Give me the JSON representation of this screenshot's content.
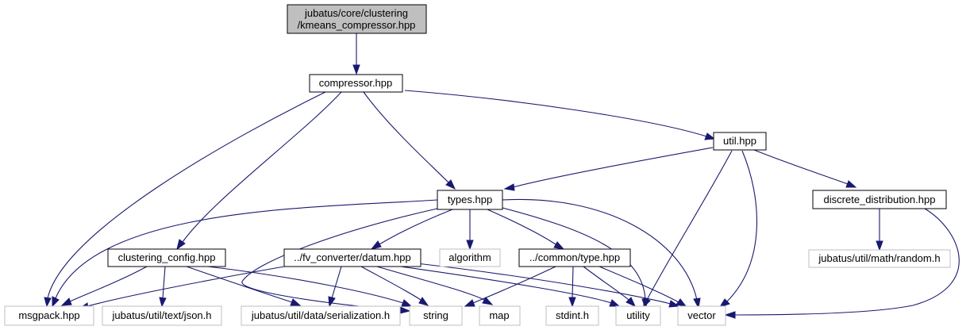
{
  "nodes": {
    "root": {
      "line1": "jubatus/core/clustering",
      "line2": "/kmeans_compressor.hpp"
    },
    "compressor": {
      "label": "compressor.hpp"
    },
    "util": {
      "label": "util.hpp"
    },
    "types": {
      "label": "types.hpp"
    },
    "discrete_distribution": {
      "label": "discrete_distribution.hpp"
    },
    "clustering_config": {
      "label": "clustering_config.hpp"
    },
    "datum": {
      "label": "../fv_converter/datum.hpp"
    },
    "algorithm": {
      "label": "algorithm"
    },
    "common_type": {
      "label": "../common/type.hpp"
    },
    "random": {
      "label": "jubatus/util/math/random.h"
    },
    "msgpack": {
      "label": "msgpack.hpp"
    },
    "json": {
      "label": "jubatus/util/text/json.h"
    },
    "serialization": {
      "label": "jubatus/util/data/serialization.h"
    },
    "string": {
      "label": "string"
    },
    "map": {
      "label": "map"
    },
    "stdint": {
      "label": "stdint.h"
    },
    "utility": {
      "label": "utility"
    },
    "vector": {
      "label": "vector"
    }
  },
  "colors": {
    "root_fill": "#bfbfbf",
    "internal_border": "#000000",
    "external_border": "#bfbfbf",
    "edge": "#191970"
  }
}
